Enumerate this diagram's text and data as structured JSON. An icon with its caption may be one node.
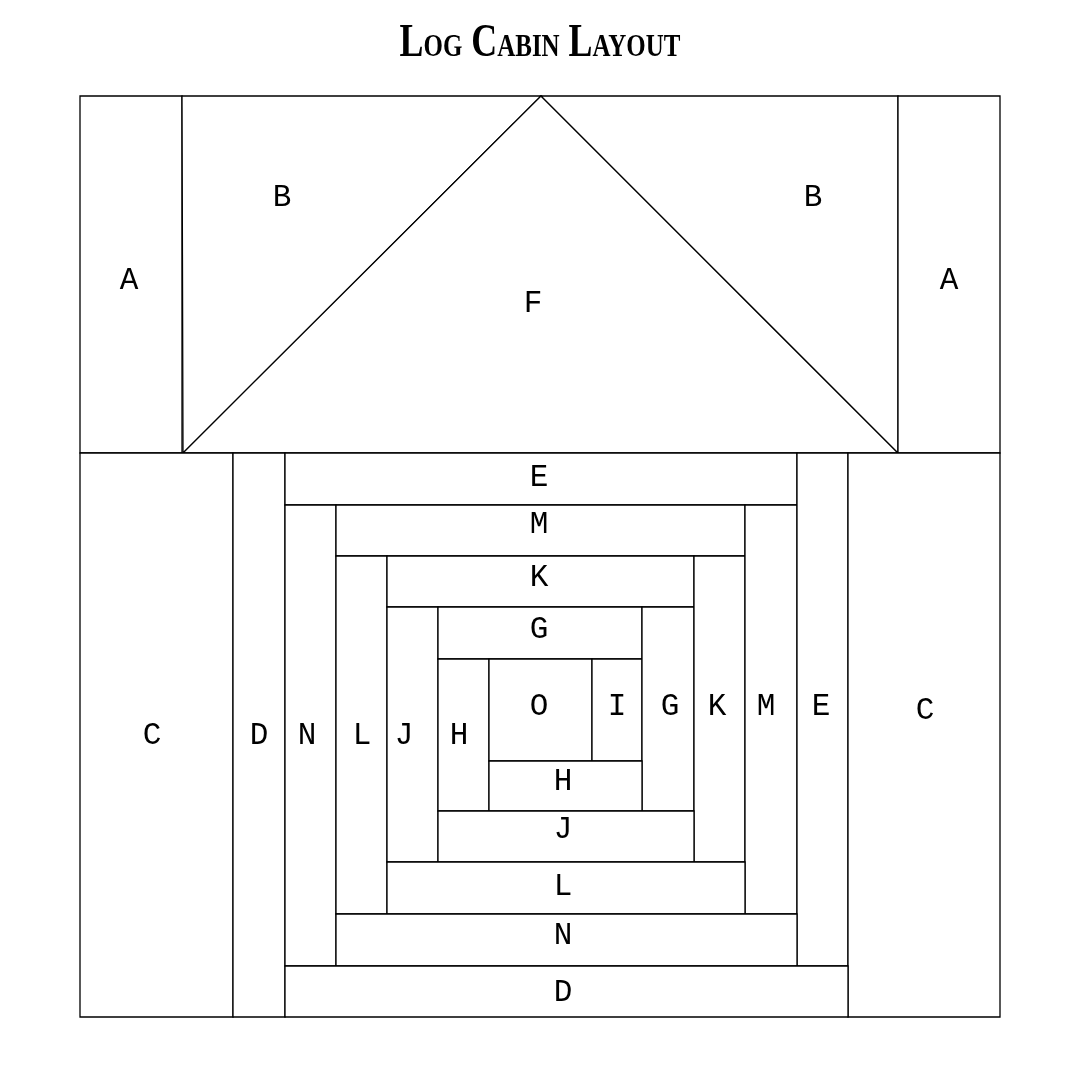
{
  "diagram": {
    "title": "Log Cabin Layout",
    "nodes": [
      {
        "text": [
          "A"
        ]
      },
      {
        "text": [
          "B"
        ]
      },
      {
        "text": [
          "F"
        ]
      },
      {
        "text": [
          "B"
        ]
      },
      {
        "text": [
          "A"
        ]
      },
      {
        "text": [
          "C"
        ]
      },
      {
        "text": [
          "D"
        ]
      },
      {
        "text": [
          "E"
        ]
      },
      {
        "text": [
          "N"
        ]
      },
      {
        "text": [
          "M"
        ]
      },
      {
        "text": [
          "L"
        ]
      },
      {
        "text": [
          "K"
        ]
      },
      {
        "text": [
          "J"
        ]
      },
      {
        "text": [
          "G"
        ]
      },
      {
        "text": [
          "H"
        ]
      },
      {
        "text": [
          "O"
        ]
      },
      {
        "text": [
          "I"
        ]
      },
      {
        "text": [
          "G"
        ]
      },
      {
        "text": [
          "K"
        ]
      },
      {
        "text": [
          "M"
        ]
      },
      {
        "text": [
          "E"
        ]
      },
      {
        "text": [
          "C"
        ]
      },
      {
        "text": [
          "H"
        ]
      },
      {
        "text": [
          "J"
        ]
      },
      {
        "text": [
          "L"
        ]
      },
      {
        "text": [
          "N"
        ]
      },
      {
        "text": [
          "D"
        ]
      }
    ]
  }
}
